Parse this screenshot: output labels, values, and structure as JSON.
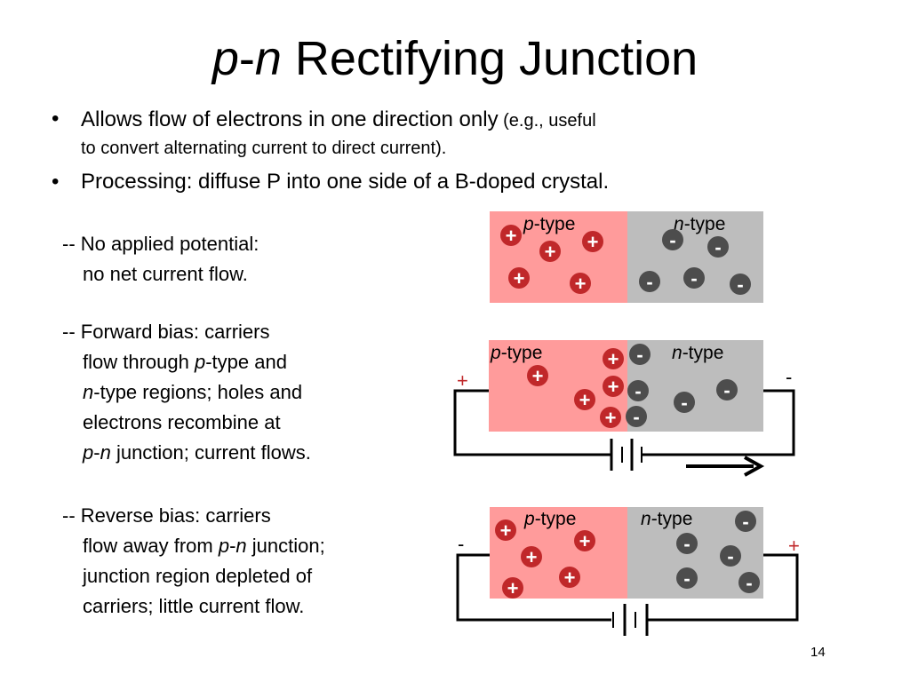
{
  "title": {
    "italic_p": "p",
    "dash": "-",
    "italic_n": "n",
    "rest": " Rectifying Junction"
  },
  "bullets": {
    "b1": {
      "dot": "•",
      "main": "Allows flow of electrons in one direction only",
      "paren": " (e.g., useful",
      "line2": "to convert alternating current to direct current)."
    },
    "b2": {
      "dot": "•",
      "text": "Processing:  diffuse P into one side of a B-doped crystal."
    }
  },
  "cases": {
    "none": {
      "line1": "-- No applied potential:",
      "line2": "no net current flow."
    },
    "forward": {
      "line1": "-- Forward bias:  carriers",
      "line2_a": "flow through ",
      "line2_i": "p",
      "line2_b": "-type and",
      "line3_i": "n",
      "line3_b": "-type regions; holes and",
      "line4": "electrons recombine at",
      "line5_i1": "p",
      "line5_d": "-",
      "line5_i2": "n",
      "line5_b": " junction; current flows."
    },
    "reverse": {
      "line1": "-- Reverse bias:  carriers",
      "line2_a": "flow away from ",
      "line2_i1": "p",
      "line2_d": "-",
      "line2_i2": "n",
      "line2_b": " junction;",
      "line3": "junction region depleted of",
      "line4": "carriers; little current flow."
    }
  },
  "diagram_labels": {
    "p_italic": "p",
    "p_rest": "-type",
    "n_italic": "n",
    "n_rest": "-type",
    "hole": "+",
    "electron": "-",
    "terminal_plus": "+",
    "terminal_minus": "-"
  },
  "colors": {
    "p_region": "#ff9b9b",
    "n_region": "#bdbdbd",
    "hole_fill": "#c0282a",
    "electron_fill": "#4d4d4d",
    "terminal_plus": "#c0282a",
    "terminal_minus": "#000000"
  },
  "page_number": "14"
}
